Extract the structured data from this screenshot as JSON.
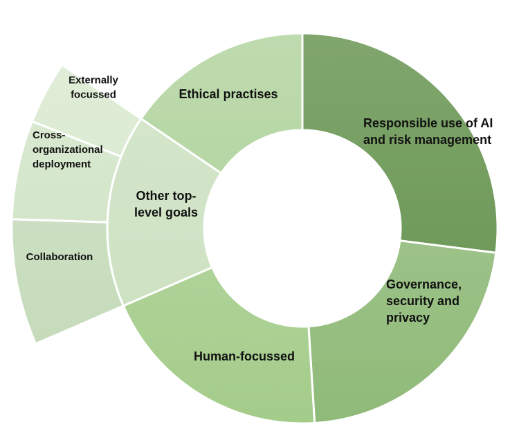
{
  "chart_data": {
    "type": "pie",
    "subtype": "sunburst",
    "rings": [
      {
        "level": "inner",
        "slices": [
          {
            "label": "Responsible use of AI and risk management",
            "lines": [
              "Responsible use of AI",
              "and risk management"
            ],
            "value": 27,
            "color": "#6f9a5a"
          },
          {
            "label": "Governance, security and privacy",
            "lines": [
              "Governance,",
              "security and",
              "privacy"
            ],
            "value": 22,
            "color": "#8fba78"
          },
          {
            "label": "Human-focussed",
            "lines": [
              "Human-focussed"
            ],
            "value": 19.5,
            "color": "#a4cc8a"
          },
          {
            "label": "Other top-level goals",
            "lines": [
              "Other top-",
              "level goals"
            ],
            "value": 16,
            "color": "#cee2c3"
          },
          {
            "label": "Ethical practises",
            "lines": [
              "Ethical practises"
            ],
            "value": 15.5,
            "color": "#b6d6a4"
          }
        ]
      },
      {
        "level": "outer",
        "parent": "Other top-level goals",
        "slices": [
          {
            "label": "Collaboration",
            "lines": [
              "Collaboration"
            ],
            "value": 7,
            "color": "#c5dbba"
          },
          {
            "label": "Cross-organizational deployment",
            "lines": [
              "Cross-",
              "organizational",
              "deployment"
            ],
            "value": 5.5,
            "color": "#d3e6c9"
          },
          {
            "label": "Externally focussed",
            "lines": [
              "Externally",
              "focussed"
            ],
            "value": 3.5,
            "color": "#dcebd3"
          }
        ]
      }
    ]
  }
}
